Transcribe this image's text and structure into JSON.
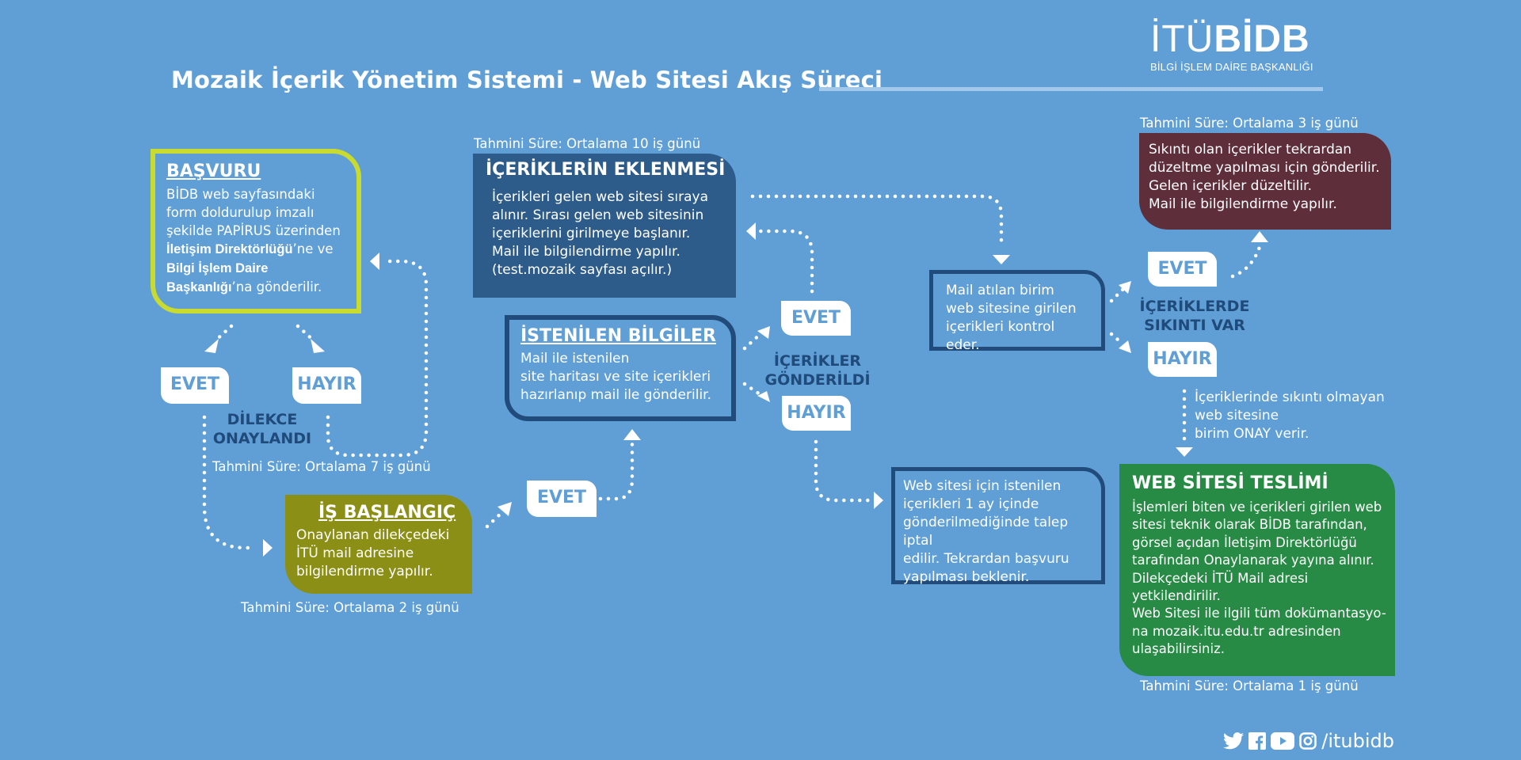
{
  "title": "Mozaik İçerik Yönetim Sistemi - Web Sitesi Akış Süreci",
  "logo": {
    "main_thin": "İTÜ",
    "main_bold": "BİDB",
    "sub": "BİLGİ İŞLEM DAİRE BAŞKANLIĞI"
  },
  "colors": {
    "background": "#5f9fd6",
    "basvuru_border": "#c9db2e",
    "is_baslangic": "#8c8f16",
    "icerik_eklenmesi": "#2e5c8a",
    "dark_border": "#214b7a",
    "sikinti": "#5e2e3a",
    "teslim": "#278b45",
    "decision_text": "#1f4a7a"
  },
  "basvuru": {
    "title": "BAŞVURU",
    "line1": "BİDB web sayfasındaki",
    "line2": "form doldurulup imzalı",
    "line3": "şekilde PAPİRUS üzerinden",
    "bold1": "İletişim Direktörlüğü",
    "after1": "’ne ve",
    "bold2": "Bilgi İşlem Daire",
    "bold3": "Başkanlığı",
    "after3": "’na gönderilir."
  },
  "decision1": {
    "evet": "EVET",
    "hayir": "HAYIR",
    "label": [
      "DİLEKCE",
      "ONAYLANDI"
    ]
  },
  "duration_7": "Tahmini Süre: Ortalama  7 iş günü",
  "is_baslangic": {
    "title": "İŞ BAŞLANGIÇ",
    "lines": [
      "Onaylanan dilekçedeki",
      "İTÜ mail adresine",
      "bilgilendirme yapılır."
    ]
  },
  "duration_2": "Tahmini Süre: Ortalama 2 iş günü",
  "evet_2": "EVET",
  "istenilen": {
    "title": "İSTENİLEN BİLGİLER",
    "lines": [
      "Mail ile istenilen",
      "site haritası ve site içerikleri",
      "hazırlanıp mail ile gönderilir."
    ]
  },
  "duration_10": "Tahmini Süre: Ortalama 10 iş günü",
  "eklenmesi": {
    "title": "İÇERİKLERİN EKLENMESİ",
    "lines": [
      "İçerikleri gelen web sitesi sıraya",
      "alınır. Sırası gelen web sitesinin",
      "içeriklerini girilmeye başlanır.",
      "Mail ile bilgilendirme yapılır.",
      "(test.mozaik sayfası açılır.)"
    ]
  },
  "decision2": {
    "evet": "EVET",
    "hayir": "HAYIR",
    "label": [
      "İÇERİKLER",
      "GÖNDERİLDİ"
    ]
  },
  "iptal": {
    "lines": [
      "Web sitesi için istenilen",
      "içerikleri 1 ay içinde",
      "gönderilmediğinde talep iptal",
      "edilir. Tekrardan başvuru",
      "yapılması beklenir."
    ]
  },
  "kontrol": {
    "lines": [
      "Mail atılan birim",
      "web sitesine girilen",
      "içerikleri kontrol eder."
    ]
  },
  "decision3": {
    "evet": "EVET",
    "hayir": "HAYIR",
    "label": [
      "İÇERİKLERDE",
      "SIKINTI VAR"
    ]
  },
  "duration_3": "Tahmini Süre: Ortalama 3 iş günü",
  "sikinti": {
    "lines": [
      "Sıkıntı olan içerikler tekrardan",
      "düzeltme yapılması için gönderilir.",
      "Gelen içerikler düzeltilir.",
      "Mail ile bilgilendirme yapılır."
    ]
  },
  "onay_note": {
    "lines": [
      "İçeriklerinde sıkıntı olmayan",
      "web sitesine",
      "birim ONAY verir."
    ]
  },
  "teslim": {
    "title": "WEB SİTESİ TESLİMİ",
    "lines": [
      "İşlemleri biten ve içerikleri girilen web",
      "sitesi teknik olarak BİDB tarafından,",
      "görsel açıdan İletişim Direktörlüğü",
      "tarafından Onaylanarak yayına alınır.",
      "Dilekçedeki İTÜ Mail adresi",
      "yetkilendirilir.",
      "Web Sitesi ile ilgili tüm dokümantasyo-",
      "na mozaik.itu.edu.tr adresinden",
      "ulaşabilirsiniz."
    ]
  },
  "duration_1": "Tahmini Süre: Ortalama 1 iş günü",
  "social": {
    "handle": "/itubidb",
    "icons": [
      "twitter-icon",
      "facebook-icon",
      "youtube-icon",
      "instagram-icon"
    ]
  }
}
